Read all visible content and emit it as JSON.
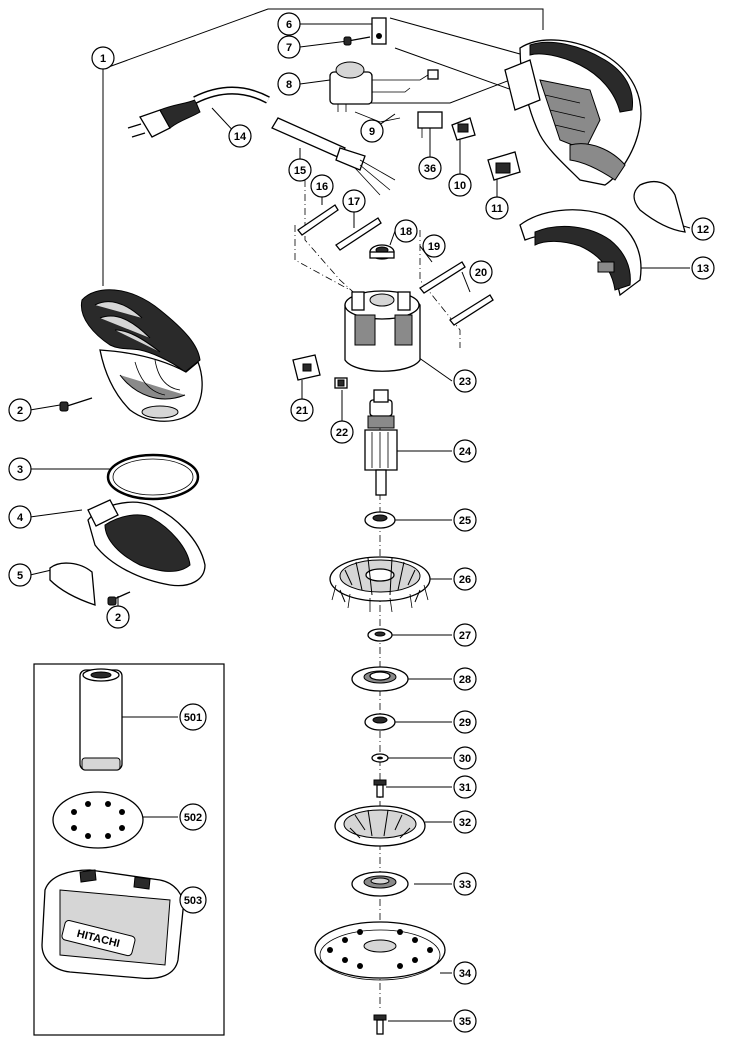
{
  "diagram": {
    "callouts": [
      {
        "id": "c1",
        "label": "1"
      },
      {
        "id": "c2a",
        "label": "2"
      },
      {
        "id": "c2b",
        "label": "2"
      },
      {
        "id": "c3",
        "label": "3"
      },
      {
        "id": "c4",
        "label": "4"
      },
      {
        "id": "c5",
        "label": "5"
      },
      {
        "id": "c6",
        "label": "6"
      },
      {
        "id": "c7",
        "label": "7"
      },
      {
        "id": "c8",
        "label": "8"
      },
      {
        "id": "c9",
        "label": "9"
      },
      {
        "id": "c10",
        "label": "10"
      },
      {
        "id": "c11",
        "label": "11"
      },
      {
        "id": "c12",
        "label": "12"
      },
      {
        "id": "c13",
        "label": "13"
      },
      {
        "id": "c14",
        "label": "14"
      },
      {
        "id": "c15",
        "label": "15"
      },
      {
        "id": "c16",
        "label": "16"
      },
      {
        "id": "c17",
        "label": "17"
      },
      {
        "id": "c18",
        "label": "18"
      },
      {
        "id": "c19",
        "label": "19"
      },
      {
        "id": "c20",
        "label": "20"
      },
      {
        "id": "c21",
        "label": "21"
      },
      {
        "id": "c22",
        "label": "22"
      },
      {
        "id": "c23",
        "label": "23"
      },
      {
        "id": "c24",
        "label": "24"
      },
      {
        "id": "c25",
        "label": "25"
      },
      {
        "id": "c26",
        "label": "26"
      },
      {
        "id": "c27",
        "label": "27"
      },
      {
        "id": "c28",
        "label": "28"
      },
      {
        "id": "c29",
        "label": "29"
      },
      {
        "id": "c30",
        "label": "30"
      },
      {
        "id": "c31",
        "label": "31"
      },
      {
        "id": "c32",
        "label": "32"
      },
      {
        "id": "c33",
        "label": "33"
      },
      {
        "id": "c34",
        "label": "34"
      },
      {
        "id": "c35",
        "label": "35"
      },
      {
        "id": "c36",
        "label": "36"
      },
      {
        "id": "c501",
        "label": "501"
      },
      {
        "id": "c502",
        "label": "502"
      },
      {
        "id": "c503",
        "label": "503"
      }
    ],
    "brand_logo_text": "HITACHI"
  }
}
